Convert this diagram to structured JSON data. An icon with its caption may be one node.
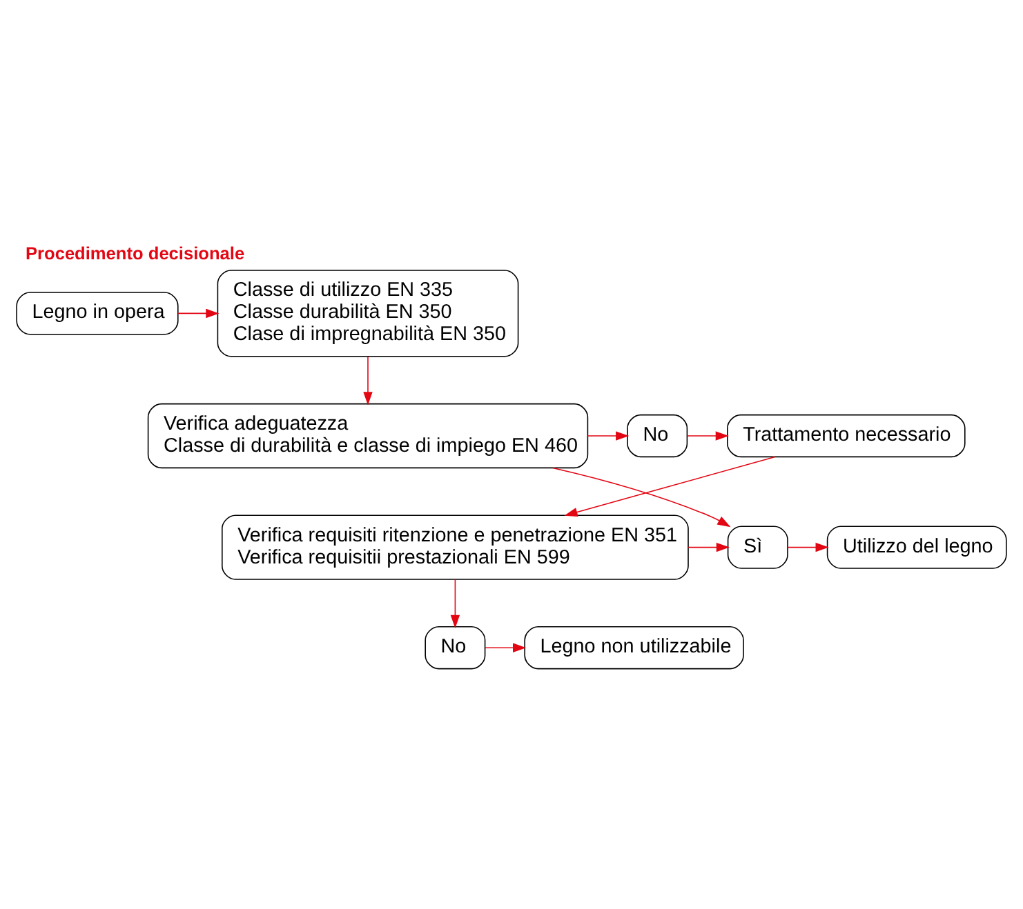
{
  "diagram": {
    "title": "Procedimento decisionale",
    "nodes": [
      {
        "text": [
          "Legno in opera"
        ]
      },
      {
        "text": [
          "Classe di utilizzo EN 335",
          "Classe durabilità EN 350",
          "Clase di impregnabilità EN 350"
        ]
      },
      {
        "text": [
          "Verifica adeguatezza",
          "Classe di durabilità e classe di impiego EN 460"
        ]
      },
      {
        "text": [
          "No"
        ]
      },
      {
        "text": [
          "Trattamento necessario"
        ]
      },
      {
        "text": [
          "Verifica requisiti ritenzione e penetrazione EN 351",
          "Verifica requisitii prestazionali EN 599"
        ]
      },
      {
        "text": [
          "Sì"
        ]
      },
      {
        "text": [
          "Utilizzo del legno"
        ]
      },
      {
        "text": [
          "No"
        ]
      },
      {
        "text": [
          "Legno non utilizzabile"
        ]
      }
    ],
    "edges": [
      {
        "from": 0,
        "to": 1,
        "arrow": "to"
      },
      {
        "from": 1,
        "to": 2,
        "arrow": "to"
      },
      {
        "from": 2,
        "to": 3,
        "arrow": "to"
      },
      {
        "from": 3,
        "to": 4,
        "arrow": "to"
      },
      {
        "from": 4,
        "to": 5,
        "arrow": "to"
      },
      {
        "from": 2,
        "to": 6,
        "arrow": "to"
      },
      {
        "from": 5,
        "to": 6,
        "arrow": "to"
      },
      {
        "from": 6,
        "to": 7,
        "arrow": "to"
      },
      {
        "from": 5,
        "to": 8,
        "arrow": "to"
      },
      {
        "from": 8,
        "to": 9,
        "arrow": "to"
      }
    ]
  }
}
